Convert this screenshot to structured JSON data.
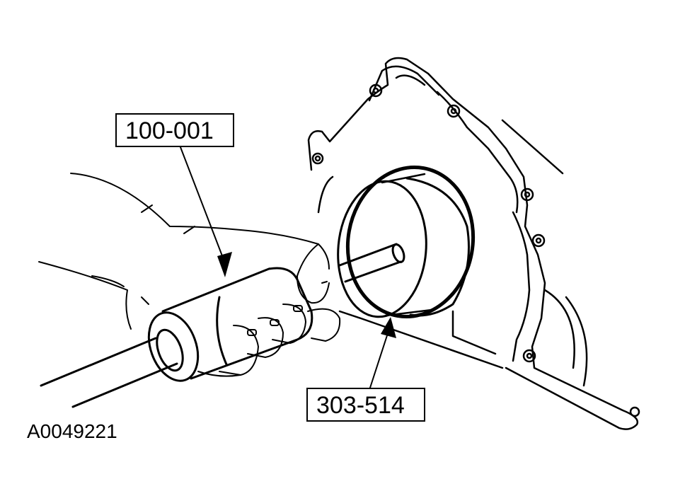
{
  "labels": {
    "tool_100": "100-001",
    "tool_303": "303-514",
    "figure_id": "A0049221"
  }
}
